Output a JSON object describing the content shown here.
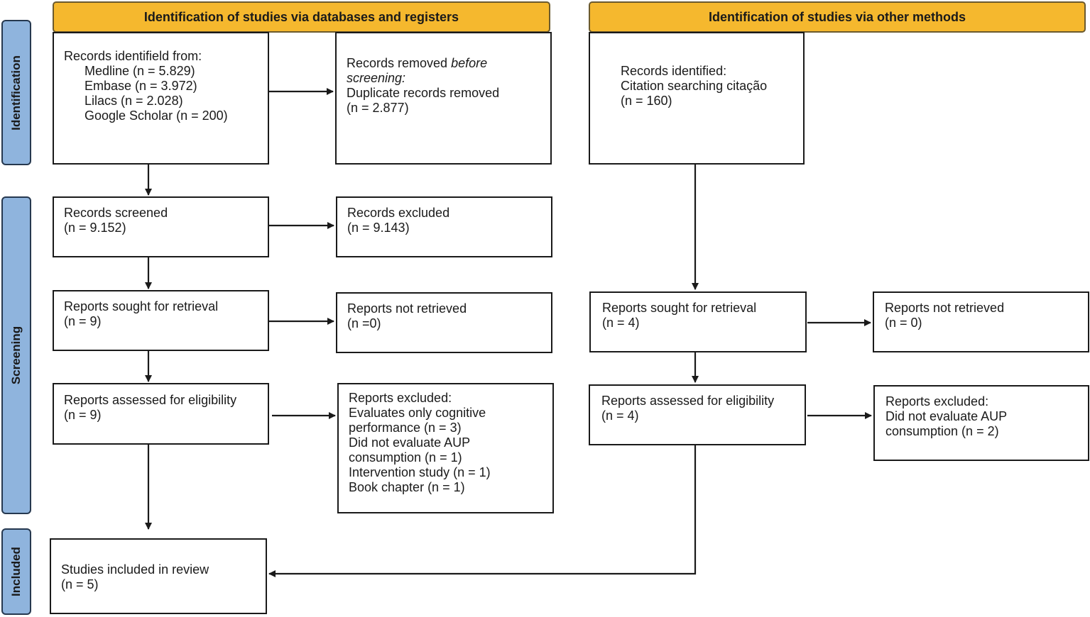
{
  "headers": {
    "databases": "Identification of studies via databases and registers",
    "other": "Identification of studies via other methods"
  },
  "phases": {
    "identification": "Identification",
    "screening": "Screening",
    "included": "Included"
  },
  "db": {
    "identified": {
      "title": "Records identifield from:",
      "sources": [
        "Medline (n = 5.829)",
        "Embase (n = 3.972)",
        "Lilacs (n = 2.028)",
        "Google Scholar (n = 200)"
      ]
    },
    "removed": {
      "line1_a": "Records removed ",
      "line1_b": "before",
      "line2": "screening:",
      "line3": "Duplicate records removed",
      "line4": "(n = 2.877)"
    },
    "screened": {
      "title": "Records screened",
      "n": "(n = 9.152)"
    },
    "excluded": {
      "title": "Records excluded",
      "n": "(n = 9.143)"
    },
    "sought": {
      "title": "Reports sought for retrieval",
      "n": "(n = 9)"
    },
    "not_retrieved": {
      "title": "Reports not retrieved",
      "n": "(n =0)"
    },
    "assessed": {
      "title": "Reports assessed for eligibility",
      "n": "(n = 9)"
    },
    "reports_excluded": {
      "title": "Reports excluded:",
      "lines": [
        "Evaluates only cognitive",
        "performance (n = 3)",
        "Did not evaluate AUP",
        "consumption (n = 1)",
        "Intervention study (n = 1)",
        "Book chapter (n = 1)"
      ]
    },
    "included": {
      "title": "Studies included in review",
      "n": "(n = 5)"
    }
  },
  "other": {
    "identified": {
      "title": "Records identified:",
      "line2": "Citation searching citação",
      "n": "(n = 160)"
    },
    "sought": {
      "title": "Reports sought for retrieval",
      "n": "(n = 4)"
    },
    "not_retrieved": {
      "title": "Reports not retrieved",
      "n": " (n = 0)"
    },
    "assessed": {
      "title": "Reports assessed for eligibility",
      "n": "(n = 4)"
    },
    "reports_excluded": {
      "title": "Reports excluded:",
      "lines": [
        "Did not evaluate AUP",
        "consumption  (n = 2)"
      ]
    }
  },
  "colors": {
    "header": "#f5b82e",
    "phase": "#8fb4dd",
    "line": "#1a1a1a"
  }
}
